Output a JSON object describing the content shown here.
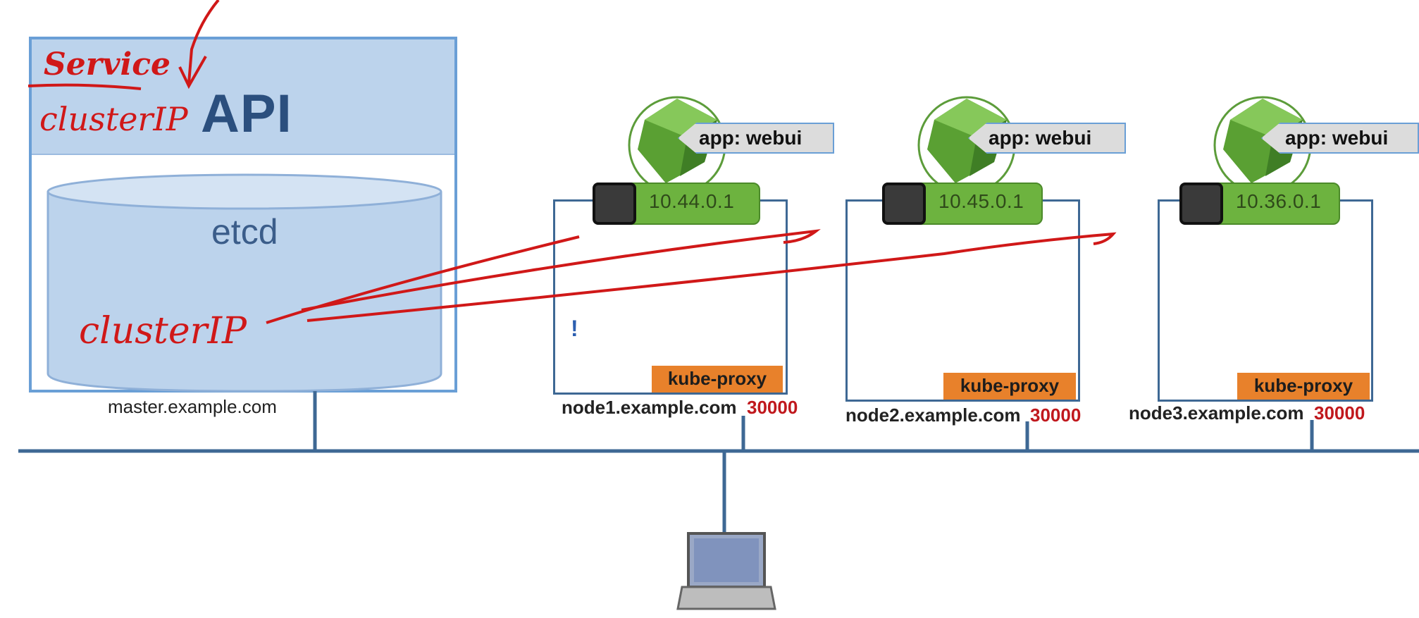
{
  "master": {
    "api_label": "API",
    "etcd_label": "etcd",
    "hostname": "master.example.com"
  },
  "annotations": {
    "service": "Service",
    "cluster_ip_top": "clusterIP",
    "cluster_ip_etcd": "clusterIP",
    "mark": "!"
  },
  "nodes": [
    {
      "hostname": "node1.example.com",
      "port": "30000",
      "proxy": "kube-proxy",
      "pod_ip": "10.44.0.1",
      "label": "app: webui"
    },
    {
      "hostname": "node2.example.com",
      "port": "30000",
      "proxy": "kube-proxy",
      "pod_ip": "10.45.0.1",
      "label": "app: webui"
    },
    {
      "hostname": "node3.example.com",
      "port": "30000",
      "proxy": "kube-proxy",
      "pod_ip": "10.36.0.1",
      "label": "app: webui"
    }
  ],
  "colors": {
    "api_band": "#bcd3ec",
    "master_border": "#6a9fd6",
    "node_border": "#3e6894",
    "kube_proxy": "#e8812b",
    "pod_green": "#6db33f",
    "annotation_red": "#d01818",
    "port_red": "#c0181d"
  },
  "icons": [
    "ethernet-port-icon",
    "pod-cube-icon",
    "laptop-icon"
  ]
}
